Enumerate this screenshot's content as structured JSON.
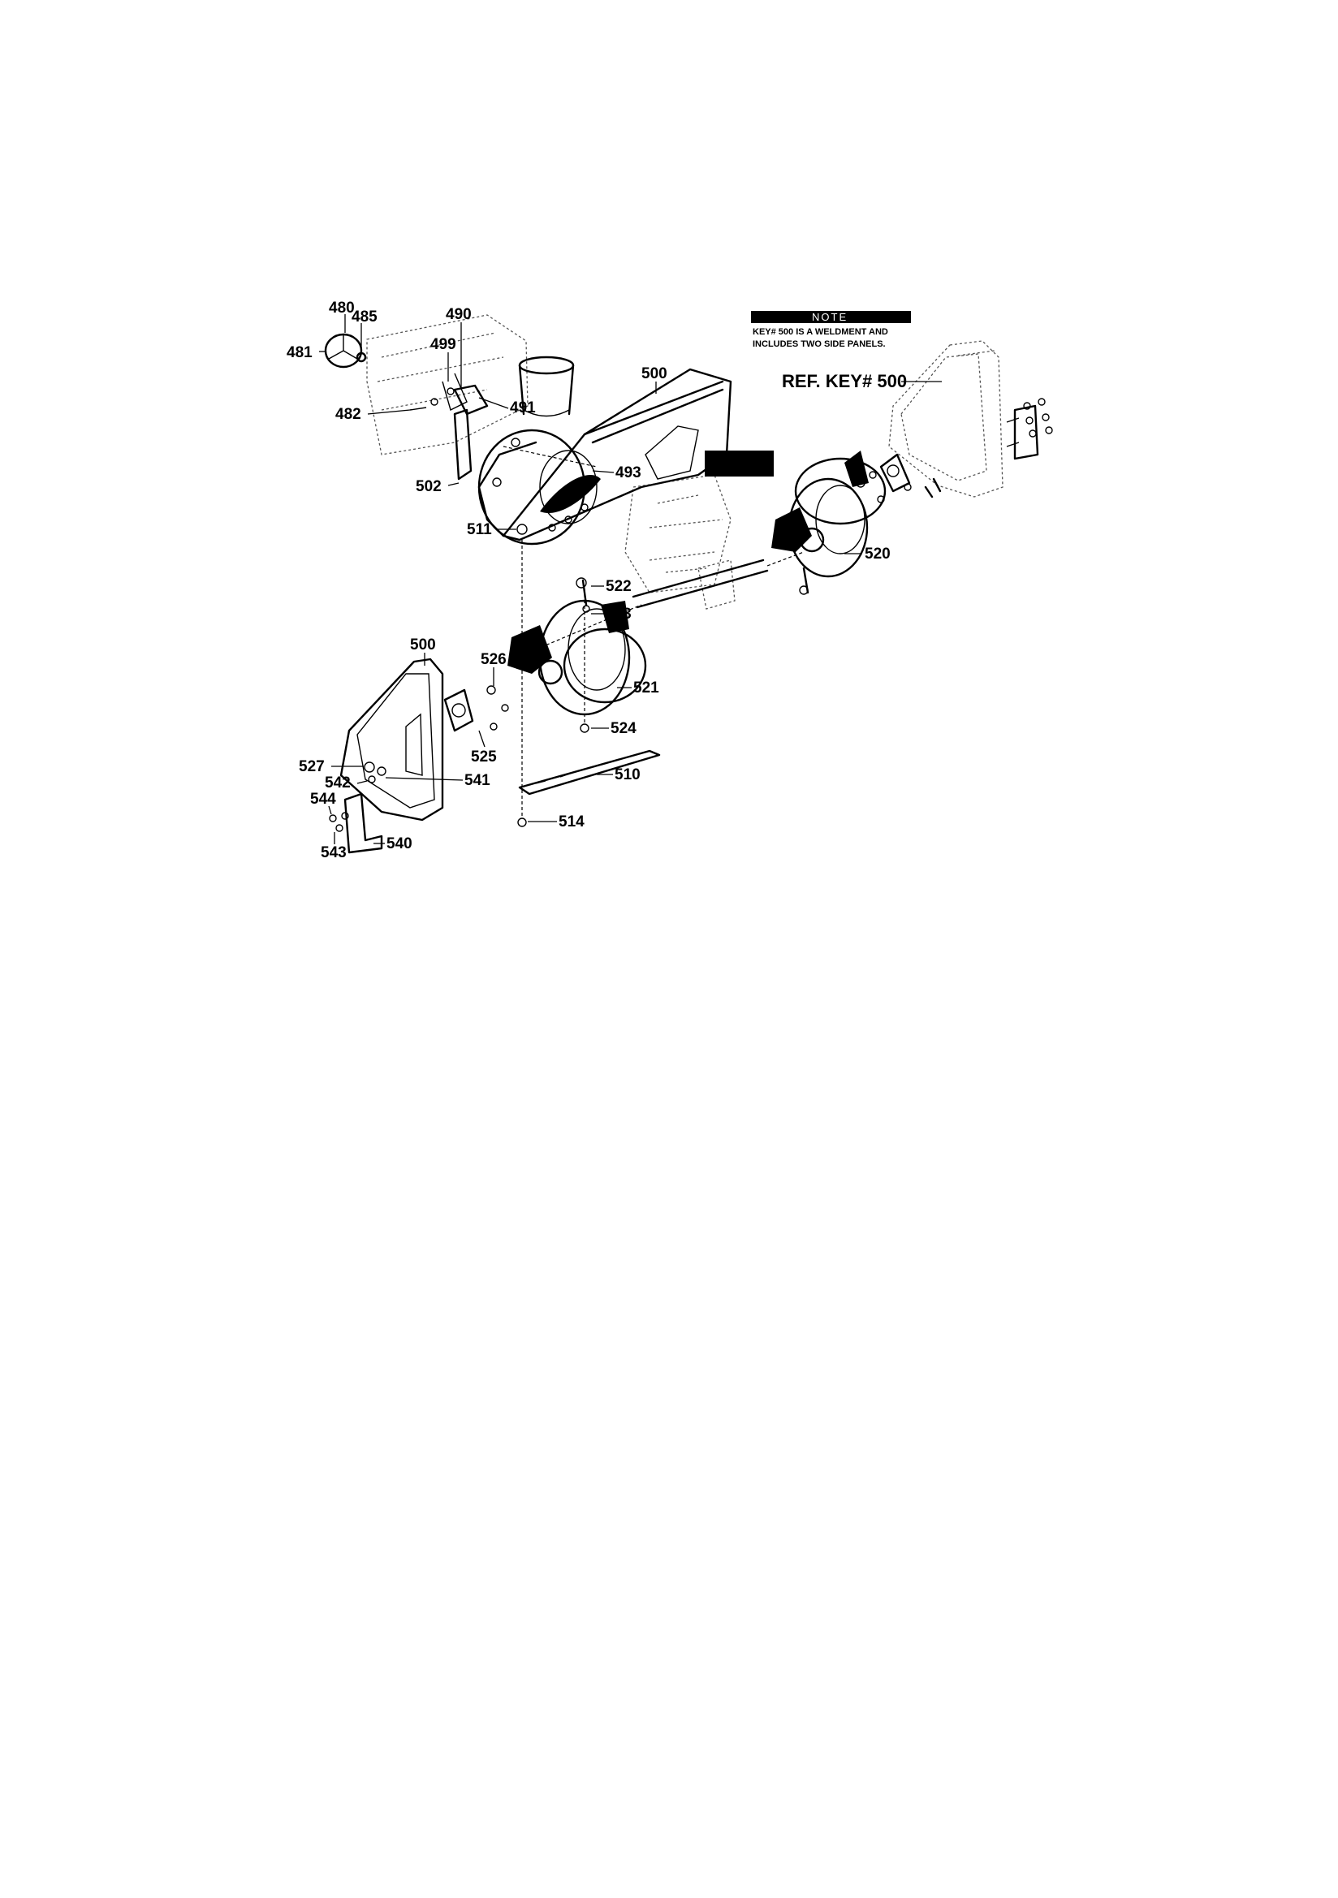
{
  "note": {
    "heading": "NOTE",
    "line1": "KEY# 500 IS A WELDMENT AND",
    "line2": "INCLUDES TWO SIDE PANELS."
  },
  "ref_label": "REF. KEY# 500",
  "callouts": {
    "c480": "480",
    "c485": "485",
    "c481": "481",
    "c490": "490",
    "c499": "499",
    "c482": "482",
    "c491": "491",
    "c500_top": "500",
    "c493": "493",
    "c502": "502",
    "c511": "511",
    "c520": "520",
    "c522": "522",
    "c523": "523",
    "c500_left": "500",
    "c526": "526",
    "c521": "521",
    "c524": "524",
    "c525": "525",
    "c527": "527",
    "c542": "542",
    "c541": "541",
    "c510": "510",
    "c544": "544",
    "c540": "540",
    "c543": "543",
    "c514": "514"
  }
}
